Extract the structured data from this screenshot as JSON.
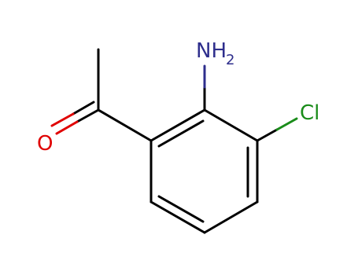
{
  "molecule": {
    "atoms": {
      "amine": {
        "label": "NH",
        "subscript": "2",
        "color": "#2e2e8c"
      },
      "chlorine": {
        "label": "Cl",
        "color": "#1a8c1a"
      },
      "oxygen": {
        "label": "O",
        "color": "#e00000"
      }
    },
    "bond_color": "#000000"
  }
}
